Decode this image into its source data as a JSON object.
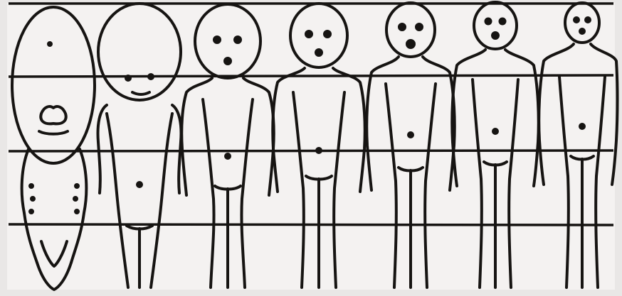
{
  "figure": {
    "paper_color": "#e9e7e6",
    "ink_color": "#161412",
    "background_color": "#f4f2f1",
    "guide_line_count": 4,
    "figures": [
      {
        "id": "fetus"
      },
      {
        "id": "newborn"
      },
      {
        "id": "child-1"
      },
      {
        "id": "child-2"
      },
      {
        "id": "child-3"
      },
      {
        "id": "child-4"
      },
      {
        "id": "adult"
      }
    ]
  }
}
